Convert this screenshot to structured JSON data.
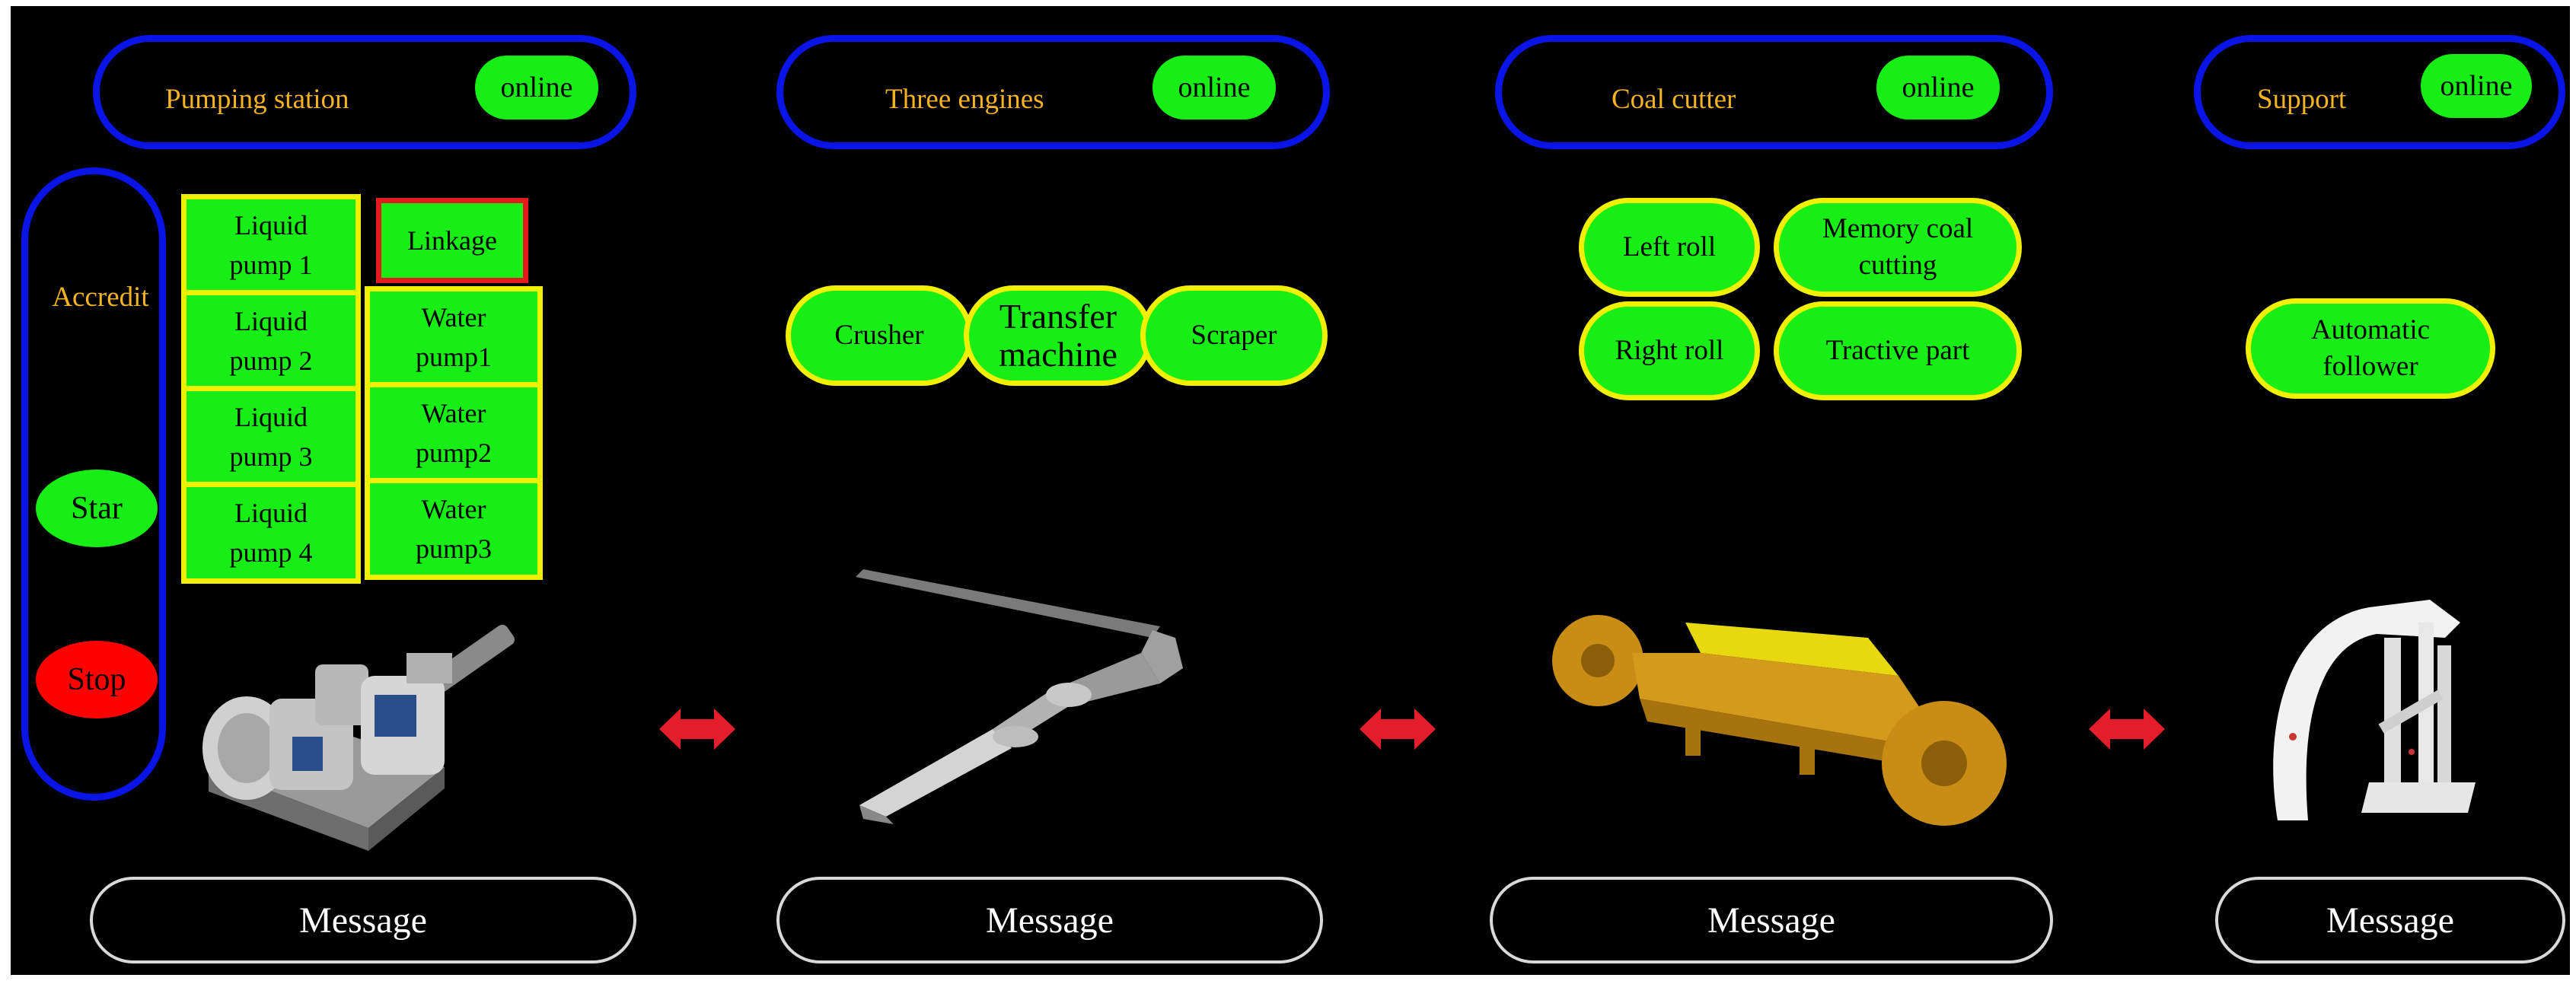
{
  "panels": [
    {
      "title": "Pumping station",
      "status": "online",
      "message": "Message"
    },
    {
      "title": "Three engines",
      "status": "online",
      "message": "Message"
    },
    {
      "title": "Coal cutter",
      "status": "online",
      "message": "Message"
    },
    {
      "title": "Support",
      "status": "online",
      "message": "Message"
    }
  ],
  "side_panel": {
    "label": "Accredit",
    "start_label": "Star",
    "stop_label": "Stop"
  },
  "pumps": {
    "liquid": [
      "Liquid\npump 1",
      "Liquid\npump 2",
      "Liquid\npump 3",
      "Liquid\npump 4"
    ],
    "linkage": "Linkage",
    "water": [
      "Water\npump1",
      "Water\npump2",
      "Water\npump3"
    ]
  },
  "three_engines": {
    "buttons": [
      "Crusher",
      "Transfer\nmachine",
      "Scraper"
    ]
  },
  "coal_cutter": {
    "buttons": [
      "Left roll",
      "Memory coal\ncutting",
      "Right roll",
      "Tractive part"
    ]
  },
  "support": {
    "button": "Automatic\nfollower"
  },
  "icons": {
    "machines": [
      "pump-station-machine-icon",
      "conveyor-machine-icon",
      "shearer-machine-icon",
      "hydraulic-support-icon"
    ],
    "arrows": "red-double-arrow-icon"
  },
  "colors": {
    "background": "#000000",
    "frame_blue": "#0a14e6",
    "button_green": "#16ee16",
    "button_border_yellow": "#f0f000",
    "title_orange": "#f5b323",
    "stop_red": "#ff0000",
    "linkage_border_red": "#e31b1b"
  }
}
